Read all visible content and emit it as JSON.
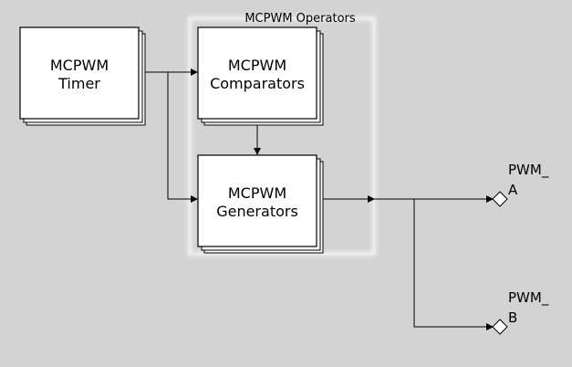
{
  "diagram": {
    "operators_group_label": "MCPWM Operators",
    "blocks": {
      "timer": [
        "MCPWM",
        "Timer"
      ],
      "comparators": [
        "MCPWM",
        "Comparators"
      ],
      "generators": [
        "MCPWM",
        "Generators"
      ]
    },
    "outputs": {
      "pwm_a": [
        "PWM_",
        "A"
      ],
      "pwm_b": [
        "PWM_",
        "B"
      ]
    }
  }
}
